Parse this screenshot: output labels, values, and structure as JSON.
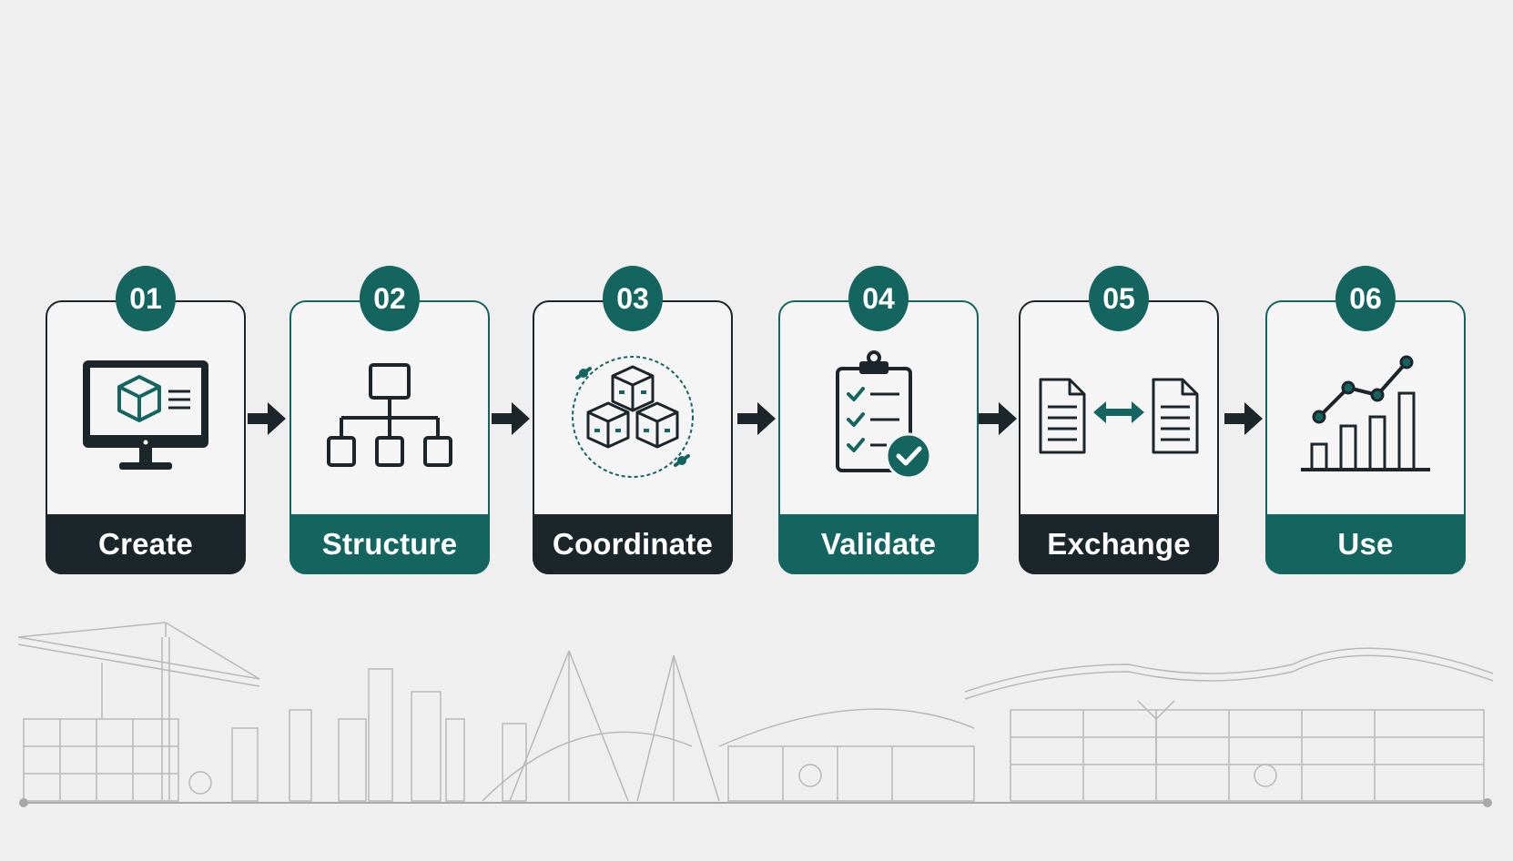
{
  "steps": [
    {
      "number": "01",
      "label": "Create",
      "icon": "monitor-cube-icon",
      "theme": "dark"
    },
    {
      "number": "02",
      "label": "Structure",
      "icon": "hierarchy-icon",
      "theme": "teal"
    },
    {
      "number": "03",
      "label": "Coordinate",
      "icon": "coordinated-blocks-icon",
      "theme": "dark"
    },
    {
      "number": "04",
      "label": "Validate",
      "icon": "clipboard-check-icon",
      "theme": "teal"
    },
    {
      "number": "05",
      "label": "Exchange",
      "icon": "document-exchange-icon",
      "theme": "dark"
    },
    {
      "number": "06",
      "label": "Use",
      "icon": "growth-chart-icon",
      "theme": "teal"
    }
  ],
  "colors": {
    "dark": "#1c2529",
    "teal": "#14655f",
    "background": "#efefef",
    "skyline": "#b8b8b8"
  }
}
